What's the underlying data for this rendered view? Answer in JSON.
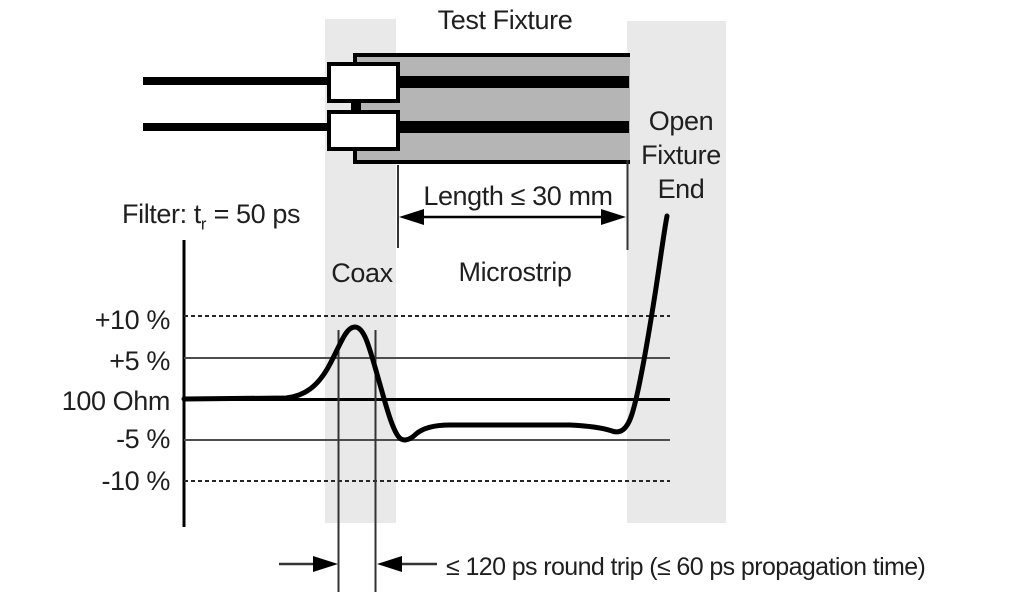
{
  "colors": {
    "band": "#e9e9e9",
    "pcb": "#b5b5b5",
    "ink": "#1f1f1f",
    "grid": "#4d4d4d"
  },
  "header": {
    "title": "Test Fixture"
  },
  "fixture": {
    "open_end_label_lines": [
      "Open",
      "Fixture",
      "End"
    ],
    "length_label": "Length ≤ 30 mm"
  },
  "plot": {
    "filter_label": {
      "prefix": "Filter: t",
      "sub": "r",
      "suffix": " = 50 ps"
    },
    "region_labels": {
      "coax": "Coax",
      "microstrip": "Microstrip"
    },
    "y_axis_labels": [
      "+10 %",
      "+5 %",
      "100 Ohm",
      "-5 %",
      "-10 %"
    ],
    "y_axis_line_styles": [
      "dashed",
      "solid-thin",
      "solid-thick",
      "solid-thin",
      "dashed"
    ],
    "round_trip_label": "≤ 120 ps round trip (≤ 60 ps propagation time)"
  }
}
